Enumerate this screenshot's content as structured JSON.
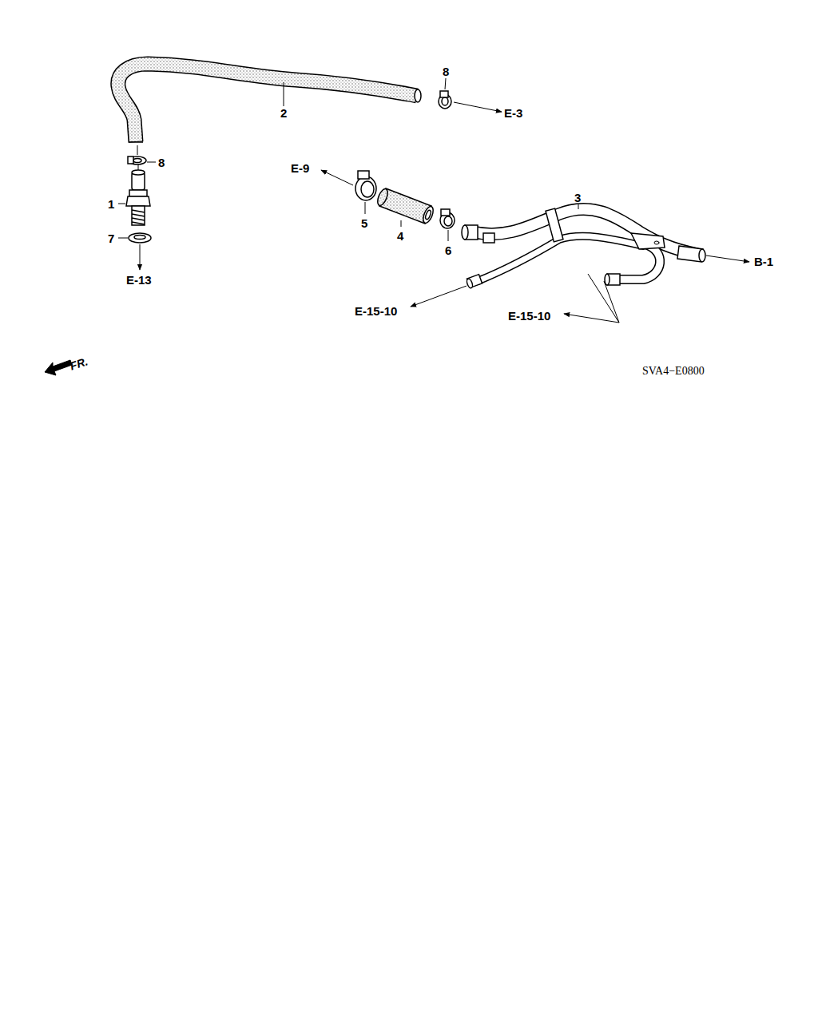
{
  "diagram": {
    "labels": [
      "8",
      "2",
      "E-3",
      "8",
      "1",
      "7",
      "E-13",
      "E-9",
      "5",
      "4",
      "6",
      "3",
      "B-1",
      "E-15-10",
      "E-15-10",
      "FR.",
      "SVA4−E0800"
    ]
  }
}
